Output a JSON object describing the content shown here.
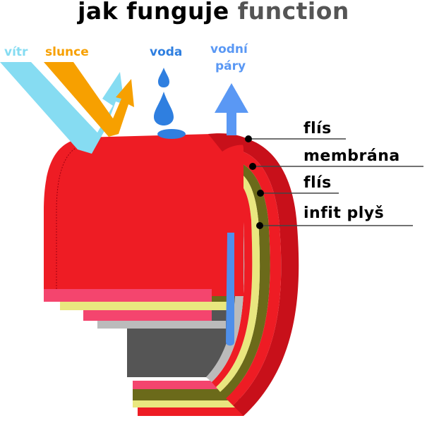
{
  "title": {
    "part1": "jak funguje",
    "part2": "function"
  },
  "inputs": {
    "wind": "vítr",
    "sun": "slunce",
    "water": "voda",
    "vapor_line1": "vodní",
    "vapor_line2": "páry"
  },
  "layers": [
    "flís",
    "membrána",
    "flís",
    "infit plyš"
  ],
  "colors": {
    "title_dark": "#000000",
    "title_gray": "#555555",
    "wind": "#86DCF2",
    "sun": "#F7A000",
    "water": "#2F7FE0",
    "vapor": "#5A98F4",
    "fleece_red": "#EE1C24",
    "fleece_pink": "#F4456E",
    "membrane_yellow": "#E9E77F",
    "membrane_olive": "#6B6A1A",
    "plush_gray": "#555555",
    "plush_light": "#BBBBBB"
  }
}
